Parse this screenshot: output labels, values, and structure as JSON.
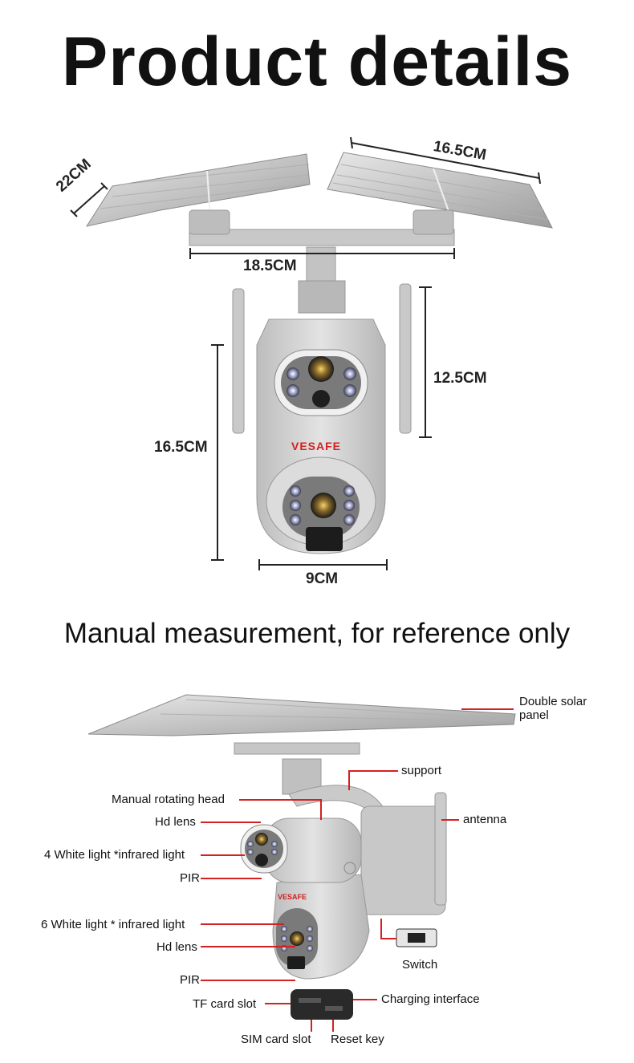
{
  "header": {
    "title": "Product details"
  },
  "dimensions": {
    "panel_depth": "22CM",
    "panel_width": "16.5CM",
    "bracket_width": "18.5CM",
    "head_height": "12.5CM",
    "body_height": "16.5CM",
    "base_width": "9CM"
  },
  "note": "Manual measurement, for reference only",
  "brand": "VESAFE",
  "callouts": {
    "double_solar_panel_line1": "Double solar",
    "double_solar_panel_line2": "panel",
    "support": "support",
    "antenna": "antenna",
    "manual_rotating_head": "Manual rotating head",
    "hd_lens_top": "Hd lens",
    "white_light_4": "4 White light *infrared light",
    "pir_top": "PIR",
    "white_light_6": "6 White light * infrared light",
    "hd_lens_bottom": "Hd lens",
    "pir_bottom": "PIR",
    "switch": "Switch",
    "tf_card_slot": "TF card slot",
    "charging_interface": "Charging interface",
    "sim_card_slot": "SIM card slot",
    "reset_key": "Reset key"
  },
  "colors": {
    "leader_line": "#d42020",
    "dimension_line": "#222222",
    "device_body": "#cfcfcf"
  }
}
